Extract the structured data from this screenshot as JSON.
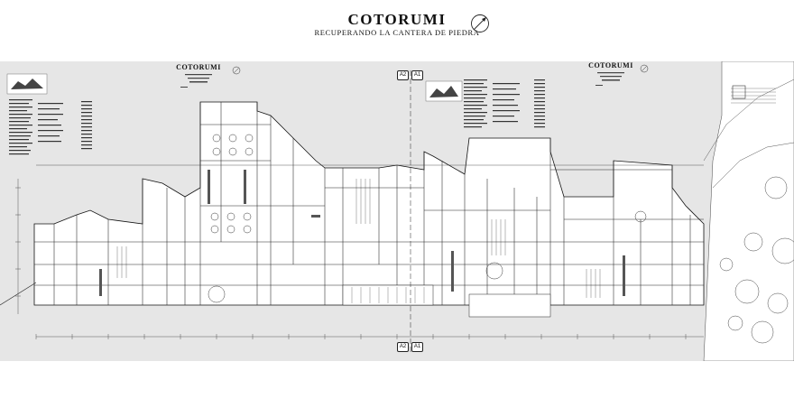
{
  "header": {
    "title": "COTORUMI",
    "subtitle": "RECUPERANDO LA CANTERA DE PIEDRA",
    "compass_icon": "north-arrow-icon"
  },
  "title_blocks": [
    {
      "title": "COTORUMI"
    },
    {
      "title": "COTORUMI"
    }
  ],
  "grid_markers": {
    "top_left": "A2",
    "top_right": "A1",
    "bottom_left": "A2",
    "bottom_right": "A1"
  },
  "colors": {
    "sheet_background": "#e6e6e6",
    "linework": "#222222",
    "page_background": "#ffffff"
  }
}
